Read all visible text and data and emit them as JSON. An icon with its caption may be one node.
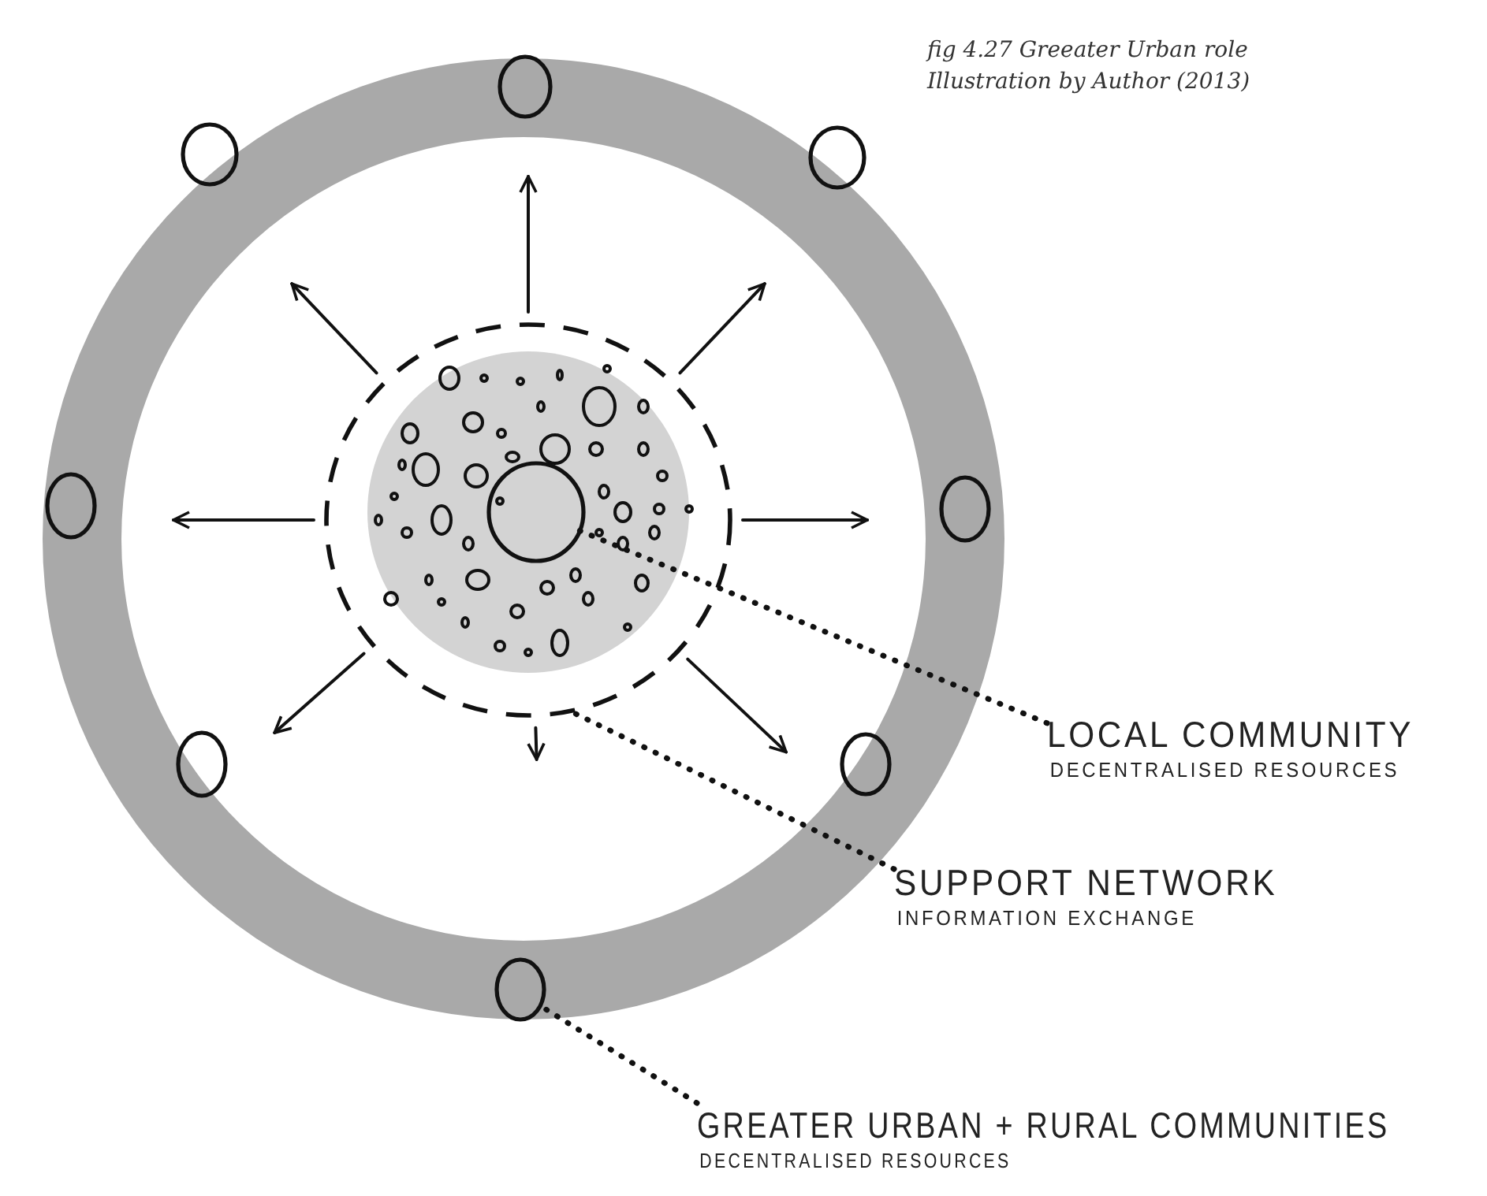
{
  "diagram": {
    "caption": "fig 4.27 Greeater Urban role",
    "nodes": [
      {
        "text": [],
        "shape": "circle"
      },
      {
        "text": [],
        "shape": "circle"
      },
      {
        "text": [],
        "shape": "circle"
      },
      {
        "text": [],
        "shape": "circle"
      },
      {
        "text": [],
        "shape": "circle"
      },
      {
        "text": [],
        "shape": "circle"
      },
      {
        "text": [],
        "shape": "circle"
      },
      {
        "text": [],
        "shape": "circle"
      },
      {
        "text": [],
        "shape": "circle"
      },
      {
        "text": [],
        "shape": "circle",
        "in": 8
      },
      {
        "text": [
          "LOCAL COMMUNITY",
          "DECENTRALISED RESOURCES"
        ]
      },
      {
        "text": [
          "SUPPORT NETWORK",
          "INFORMATION EXCHANGE"
        ]
      },
      {
        "text": [
          "GREATER URBAN + RURAL COMMUNITIES",
          "DECENTRALISED RESOURCES"
        ]
      }
    ],
    "edges": [
      {
        "from": 10,
        "to": 9,
        "arrow": "none",
        "style": "dashed"
      },
      {
        "from": 11,
        "to": 8,
        "arrow": "none",
        "style": "dashed"
      },
      {
        "from": 12,
        "to": 7,
        "arrow": "none",
        "style": "dashed"
      },
      {
        "from": 8,
        "to": null,
        "arrow": "to"
      },
      {
        "from": 8,
        "to": null,
        "arrow": "to"
      },
      {
        "from": 8,
        "to": null,
        "arrow": "to"
      },
      {
        "from": 8,
        "to": null,
        "arrow": "to"
      },
      {
        "from": 8,
        "to": null,
        "arrow": "to"
      },
      {
        "from": 8,
        "to": null,
        "arrow": "to"
      },
      {
        "from": 8,
        "to": null,
        "arrow": "to"
      },
      {
        "from": 8,
        "to": null,
        "arrow": "to"
      }
    ],
    "labels": [
      "Illustration by Author (2013)"
    ]
  }
}
